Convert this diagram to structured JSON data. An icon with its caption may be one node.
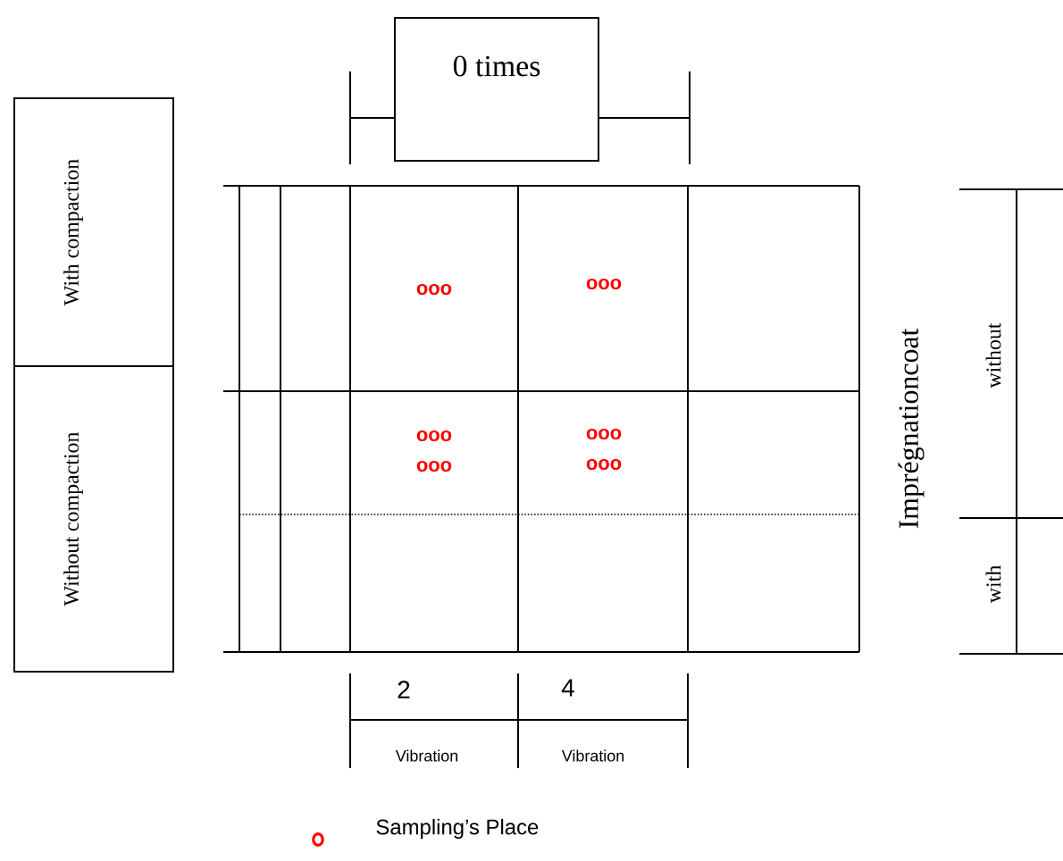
{
  "diagram": {
    "nodes": [
      {
        "text": [
          "0 times"
        ]
      },
      {
        "text": [
          "With compaction"
        ]
      },
      {
        "text": [
          "Without compaction"
        ]
      }
    ],
    "labels": [
      "ooo",
      "ooo",
      "ooo",
      "ooo",
      "ooo",
      "ooo",
      "2",
      "4",
      "Vibration",
      "Vibration",
      "Imprégnationcoat",
      "without",
      "with"
    ],
    "legend": [
      {
        "text": "Sampling’s Place"
      }
    ]
  }
}
